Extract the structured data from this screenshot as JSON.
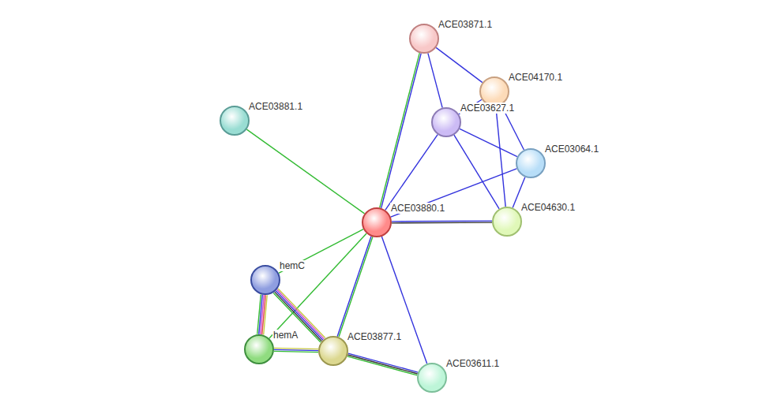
{
  "diagram": {
    "nodes": [
      {
        "text": [
          "ACE03871.1"
        ]
      },
      {
        "text": [
          "ACE04170.1"
        ]
      },
      {
        "text": [
          "ACE03881.1"
        ]
      },
      {
        "text": [
          "ACE03627.1"
        ]
      },
      {
        "text": [
          "ACE03064.1"
        ]
      },
      {
        "text": [
          "ACE03880.1"
        ]
      },
      {
        "text": [
          "ACE04630.1"
        ]
      },
      {
        "text": [
          "hemC"
        ]
      },
      {
        "text": [
          "hemA"
        ]
      },
      {
        "text": [
          "ACE03877.1"
        ]
      },
      {
        "text": [
          "ACE03611.1"
        ]
      }
    ],
    "edges": [
      {
        "from": 0,
        "to": 1,
        "arrow": "none"
      },
      {
        "from": 0,
        "to": 3,
        "arrow": "none"
      },
      {
        "from": 0,
        "to": 5,
        "arrow": "none"
      },
      {
        "from": 1,
        "to": 3,
        "arrow": "none"
      },
      {
        "from": 1,
        "to": 4,
        "arrow": "none"
      },
      {
        "from": 1,
        "to": 6,
        "arrow": "none"
      },
      {
        "from": 2,
        "to": 5,
        "arrow": "none"
      },
      {
        "from": 3,
        "to": 4,
        "arrow": "none"
      },
      {
        "from": 3,
        "to": 5,
        "arrow": "none"
      },
      {
        "from": 3,
        "to": 6,
        "arrow": "none"
      },
      {
        "from": 4,
        "to": 5,
        "arrow": "none"
      },
      {
        "from": 4,
        "to": 6,
        "arrow": "none"
      },
      {
        "from": 5,
        "to": 6,
        "arrow": "none"
      },
      {
        "from": 5,
        "to": 7,
        "arrow": "none"
      },
      {
        "from": 5,
        "to": 8,
        "arrow": "none"
      },
      {
        "from": 5,
        "to": 9,
        "arrow": "none"
      },
      {
        "from": 5,
        "to": 10,
        "arrow": "none"
      },
      {
        "from": 7,
        "to": 8,
        "arrow": "none"
      },
      {
        "from": 7,
        "to": 9,
        "arrow": "none"
      },
      {
        "from": 8,
        "to": 9,
        "arrow": "none"
      },
      {
        "from": 9,
        "to": 10,
        "arrow": "none"
      }
    ]
  }
}
